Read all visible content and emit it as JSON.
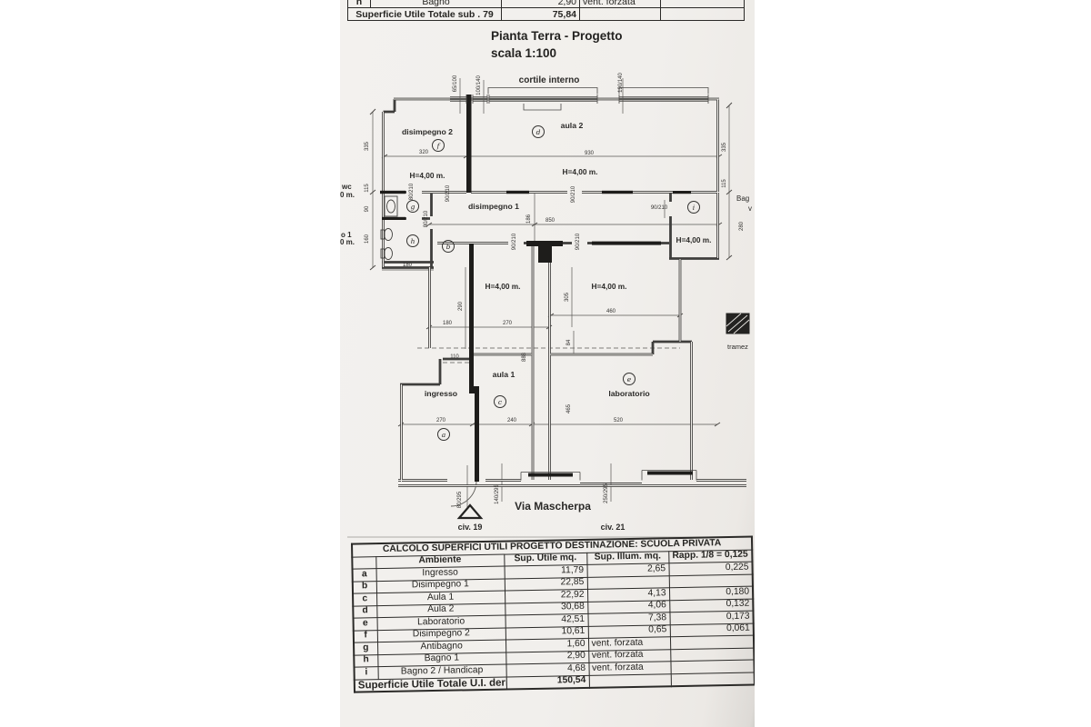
{
  "top_table": {
    "row_letter": "h",
    "row_name": "Bagno",
    "row_value": "2,90",
    "row_note": "vent. forzata",
    "total_label": "Superficie Utile Totale sub . 79",
    "total_value": "75,84"
  },
  "title": "Pianta Terra - Progetto",
  "scale": "scala 1:100",
  "plan": {
    "courtyard_label": "cortile interno",
    "street_label": "Via Mascherpa",
    "civ_left": "civ. 19",
    "civ_right": "civ. 21",
    "legend_label": "tramez",
    "height_label": "H=4,00 m.",
    "rooms": {
      "disimpegno2": "disimpegno 2",
      "aula2": "aula 2",
      "disimpegno1": "disimpegno 1",
      "aula1": "aula 1",
      "ingresso": "ingresso",
      "laboratorio": "laboratorio"
    },
    "cut_labels": {
      "wc": "wc",
      "wc_h": "0 m.",
      "bagno1": "o 1",
      "bagno1_h": "0 m.",
      "right1": "Bag",
      "right2": "v"
    },
    "letters": [
      "f",
      "d",
      "g",
      "h",
      "b",
      "i",
      "c",
      "e",
      "a"
    ],
    "dims": [
      "65/100",
      "100/140",
      "190/140",
      "335",
      "335",
      "115",
      "115",
      "90",
      "160",
      "280",
      "186",
      "290",
      "305",
      "84",
      "888",
      "465",
      "80/210",
      "90/210",
      "90/210",
      "80/210",
      "90/210",
      "90/210",
      "80/295",
      "140/295",
      "250/295",
      "320",
      "930",
      "850",
      "180",
      "180",
      "270",
      "460",
      "110",
      "270",
      "240",
      "520",
      "90/210"
    ]
  },
  "bottom_table": {
    "title": "CALCOLO SUPERFICI UTILI PROGETTO DESTINAZIONE: SCUOLA PRIVATA",
    "headers": [
      "",
      "Ambiente",
      "Sup. Utile mq.",
      "Sup. Illum. mq.",
      "Rapp. 1/8 = 0,125"
    ],
    "rows": [
      {
        "letter": "a",
        "name": "Ingresso",
        "sup": "11,79",
        "illum": "2,65",
        "rapp": "0,225"
      },
      {
        "letter": "b",
        "name": "Disimpegno 1",
        "sup": "22,85",
        "illum": "",
        "rapp": ""
      },
      {
        "letter": "c",
        "name": "Aula 1",
        "sup": "22,92",
        "illum": "4,13",
        "rapp": "0,180"
      },
      {
        "letter": "d",
        "name": "Aula 2",
        "sup": "30,68",
        "illum": "4,06",
        "rapp": "0,132"
      },
      {
        "letter": "e",
        "name": "Laboratorio",
        "sup": "42,51",
        "illum": "7,38",
        "rapp": "0,173"
      },
      {
        "letter": "f",
        "name": "Disimpegno 2",
        "sup": "10,61",
        "illum": "0,65",
        "rapp": "0,061"
      },
      {
        "letter": "g",
        "name": "Antibagno",
        "sup": "1,60",
        "illum": "vent. forzata",
        "rapp": ""
      },
      {
        "letter": "h",
        "name": "Bagno 1",
        "sup": "2,90",
        "illum": "vent. forzata",
        "rapp": ""
      },
      {
        "letter": "i",
        "name": "Bagno 2 / Handicap",
        "sup": "4,68",
        "illum": "vent. forzata",
        "rapp": ""
      }
    ],
    "total_label": "Superficie Utile Totale U.I. derivata",
    "total_value": "150,54"
  }
}
